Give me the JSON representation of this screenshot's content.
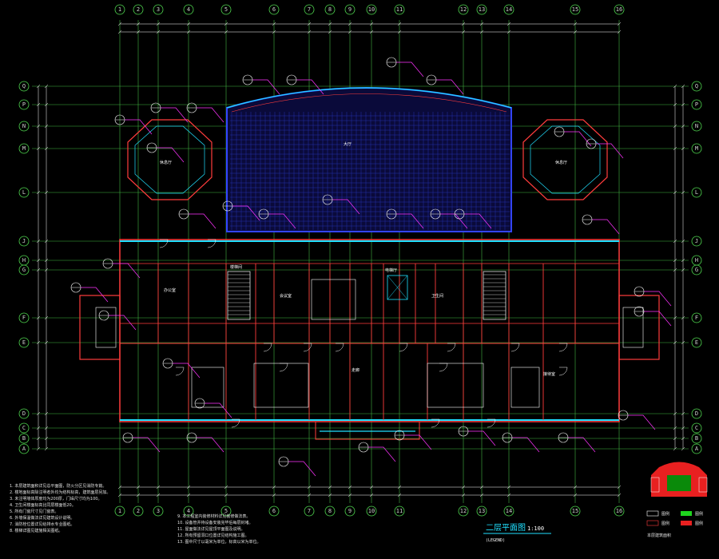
{
  "drawing": {
    "title": "二层平面图",
    "scale": "1:100",
    "subtitle": "(LEGEND)",
    "colors": {
      "background": "#000000",
      "grid": "#4fd64f",
      "wall": "#ff3c3c",
      "dimension": "#ffffff",
      "glass": "#20e0ff",
      "annotation": "#ff33ff",
      "roof_hatch": "#3344ff",
      "text": "#e0e0e0"
    },
    "grid_columns": [
      "1",
      "2",
      "3",
      "4",
      "5",
      "6",
      "7",
      "8",
      "9",
      "10",
      "11",
      "12",
      "13",
      "14",
      "15",
      "16"
    ],
    "grid_rows": [
      "Q",
      "P",
      "N",
      "M",
      "L",
      "J",
      "H",
      "G",
      "F",
      "E",
      "D",
      "C",
      "B",
      "A"
    ],
    "legend_items": [
      "图例",
      "图例",
      "图例",
      "图例"
    ],
    "legend_caption": "本层建筑面积",
    "notes_left": [
      "1. 本层建筑面积详见总平面图，防火分区见消防专篇。",
      "2. 楼地面标高除注明者外均为结构标高，建筑面层另加。",
      "3. 未注明墙体厚度均为200厚，门垛尺寸均为100。",
      "4. 卫生间楼面标高比同层楼面低20。",
      "5. 所有门窗尺寸见门窗表。",
      "6. 外墙保温做法详见建筑设计说明。",
      "7. 消防栓位置详见给排水专业图纸。",
      "8. 楼梯详图见建施相关图纸。"
    ],
    "notes_right": [
      "9. 本工程室内装修材料详见装修做法表。",
      "10. 设备管井待设备安装完毕后每层封堵。",
      "11. 屋面做法详见屋顶平面图及说明。",
      "12. 所有预留洞口位置详见结构施工图。",
      "13. 图中尺寸以毫米为单位，标高以米为单位。"
    ],
    "room_labels": [
      "大厅",
      "会议室",
      "办公室",
      "走廊",
      "楼梯间",
      "卫生间",
      "电梯厅",
      "休息厅",
      "接待室",
      "休息厅"
    ]
  }
}
